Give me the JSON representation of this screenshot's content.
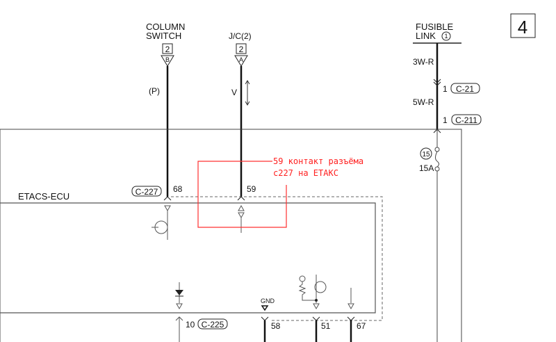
{
  "page_number": "4",
  "column_switch": {
    "title_line1": "COLUMN",
    "title_line2": "SWITCH",
    "connector_num": "2",
    "pin": "B",
    "wire_color": "(P)"
  },
  "junction": {
    "title": "J/C(2)",
    "connector_num": "2",
    "pin": "A",
    "wire_color": "V"
  },
  "fusible_link": {
    "title_line1": "FUSIBLE",
    "title_line2": "LINK",
    "number": "1",
    "wire1": "3W-R",
    "wire2": "5W-R",
    "conn1_pin": "1",
    "conn1": "C-21",
    "conn2_pin": "1",
    "conn2": "C-211",
    "fuse_number": "15",
    "fuse_rating": "15A"
  },
  "ecu": {
    "title": "ETACS-ECU",
    "connector": "C-227",
    "pin_68": "68",
    "pin_59": "59",
    "bottom_pin_10": "10",
    "bottom_connector": "C-225",
    "gnd_label": "GND",
    "pin_58": "58",
    "pin_51": "51",
    "pin_67": "67"
  },
  "annotation": {
    "line1": "59 контакт разъёма",
    "line2": "c227 на ЕТАКС",
    "color": "#ff2020"
  }
}
